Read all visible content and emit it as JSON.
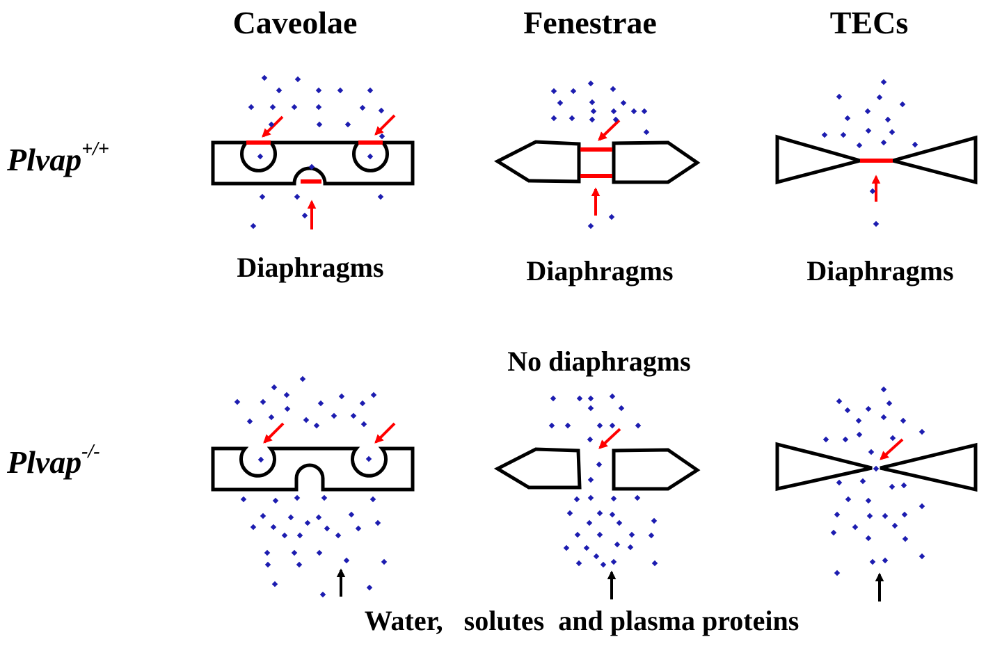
{
  "columns": {
    "caveolae": "Caveolae",
    "fenestrae": "Fenestrae",
    "tecs": "TECs"
  },
  "rows": {
    "wildtype": {
      "base": "Plvap",
      "superscript": "+/+"
    },
    "knockout": {
      "base": "Plvap",
      "superscript": "-/-"
    }
  },
  "labels": {
    "diaphragms_caveolae": "Diaphragms",
    "diaphragms_fenestrae": "Diaphragms",
    "diaphragms_tecs": "Diaphragms",
    "no_diaphragms": "No diaphragms",
    "bottom_caption": "Water,   solutes  and plasma proteins"
  },
  "colors": {
    "diaphragm": "#ff0000",
    "particle": "#1c1cb0",
    "outline": "#000000",
    "flow_arrow": "#000000"
  }
}
